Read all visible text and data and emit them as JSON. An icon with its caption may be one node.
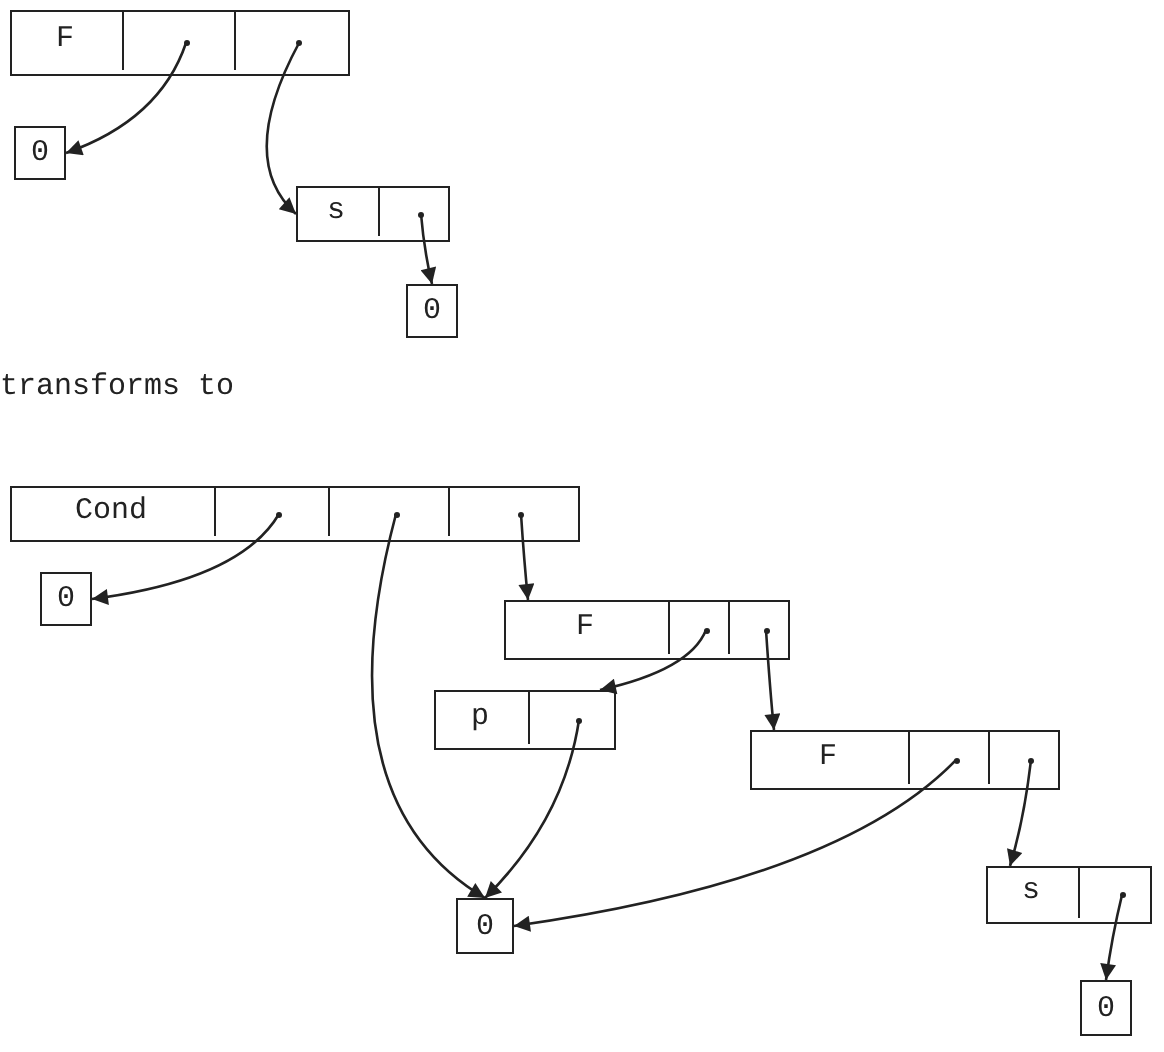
{
  "diagram": {
    "nodes": [
      {
        "text": [],
        "shape": "box"
      },
      {
        "text": [
          "F"
        ],
        "in": 0
      },
      {
        "text": [],
        "shape": "box",
        "in": 0
      },
      {
        "text": [],
        "shape": "box",
        "in": 0
      },
      {
        "text": [
          "0"
        ]
      },
      {
        "text": [],
        "shape": "box"
      },
      {
        "text": [
          "s"
        ],
        "in": 5
      },
      {
        "text": [],
        "shape": "box",
        "in": 5
      },
      {
        "text": [
          "0"
        ]
      },
      {
        "text": [],
        "shape": "box"
      },
      {
        "text": [
          "Cond"
        ],
        "in": 9
      },
      {
        "text": [],
        "shape": "box",
        "in": 9
      },
      {
        "text": [],
        "shape": "box",
        "in": 9
      },
      {
        "text": [],
        "shape": "box",
        "in": 9
      },
      {
        "text": [
          "0"
        ]
      },
      {
        "text": [],
        "shape": "box"
      },
      {
        "text": [
          "F"
        ],
        "in": 15
      },
      {
        "text": [],
        "shape": "box",
        "in": 15
      },
      {
        "text": [],
        "shape": "box",
        "in": 15
      },
      {
        "text": [],
        "shape": "box"
      },
      {
        "text": [
          "p"
        ],
        "in": 19
      },
      {
        "text": [],
        "shape": "box",
        "in": 19
      },
      {
        "text": [],
        "shape": "box"
      },
      {
        "text": [
          "F"
        ],
        "in": 22
      },
      {
        "text": [],
        "shape": "box",
        "in": 22
      },
      {
        "text": [],
        "shape": "box",
        "in": 22
      },
      {
        "text": [
          "0"
        ]
      },
      {
        "text": [],
        "shape": "box"
      },
      {
        "text": [
          "s"
        ],
        "in": 27
      },
      {
        "text": [],
        "shape": "box",
        "in": 27
      },
      {
        "text": [
          "0"
        ]
      }
    ],
    "edges": [
      {
        "from": 2,
        "to": 4,
        "arrow": "to"
      },
      {
        "from": 3,
        "to": 5,
        "arrow": "to"
      },
      {
        "from": 7,
        "to": 8,
        "arrow": "to"
      },
      {
        "from": 11,
        "to": 14,
        "arrow": "to"
      },
      {
        "from": 12,
        "to": 26,
        "arrow": "to"
      },
      {
        "from": 13,
        "to": 15,
        "arrow": "to"
      },
      {
        "from": 17,
        "to": 19,
        "arrow": "to"
      },
      {
        "from": 18,
        "to": 22,
        "arrow": "to"
      },
      {
        "from": 21,
        "to": 26,
        "arrow": "to"
      },
      {
        "from": 24,
        "to": 26,
        "arrow": "to"
      },
      {
        "from": 25,
        "to": 27,
        "arrow": "to"
      },
      {
        "from": 29,
        "to": 30,
        "arrow": "to"
      }
    ],
    "labels": [
      "transforms to"
    ]
  }
}
